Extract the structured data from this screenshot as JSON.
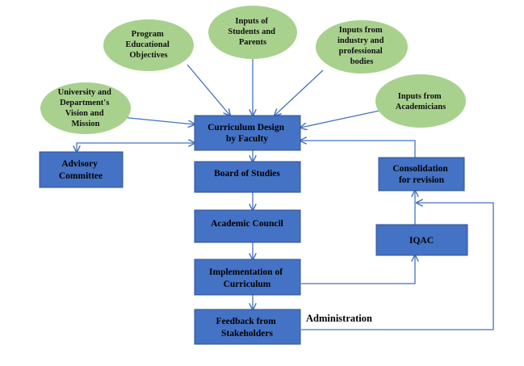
{
  "colors": {
    "ellipse_fill": "#a9d18e",
    "box_fill": "#4472c4",
    "box_stroke": "#2f528f",
    "arrow": "#4472c4"
  },
  "inputs": {
    "vision": [
      "University and",
      "Department's",
      "Vision and",
      "Mission"
    ],
    "peo": [
      "Program",
      "Educational",
      "Objectives"
    ],
    "students": [
      "Inputs of",
      "Students and",
      "Parents"
    ],
    "industry": [
      "Inputs from",
      "industry and",
      "professional",
      "bodies"
    ],
    "academicians": [
      "Inputs from",
      "Academicians"
    ]
  },
  "boxes": {
    "curriculum": [
      "Curriculum Design",
      "by Faculty"
    ],
    "board": [
      "Board of Studies"
    ],
    "academic": [
      "Academic Council"
    ],
    "implementation": [
      "Implementation of",
      "Curriculum"
    ],
    "feedback": [
      "Feedback from",
      "Stakeholders"
    ],
    "advisory": [
      "Advisory",
      "Committee"
    ],
    "consolidation": [
      "Consolidation",
      "for revision"
    ],
    "iqac": [
      "IQAC"
    ]
  },
  "labels": {
    "administration": "Administration"
  }
}
